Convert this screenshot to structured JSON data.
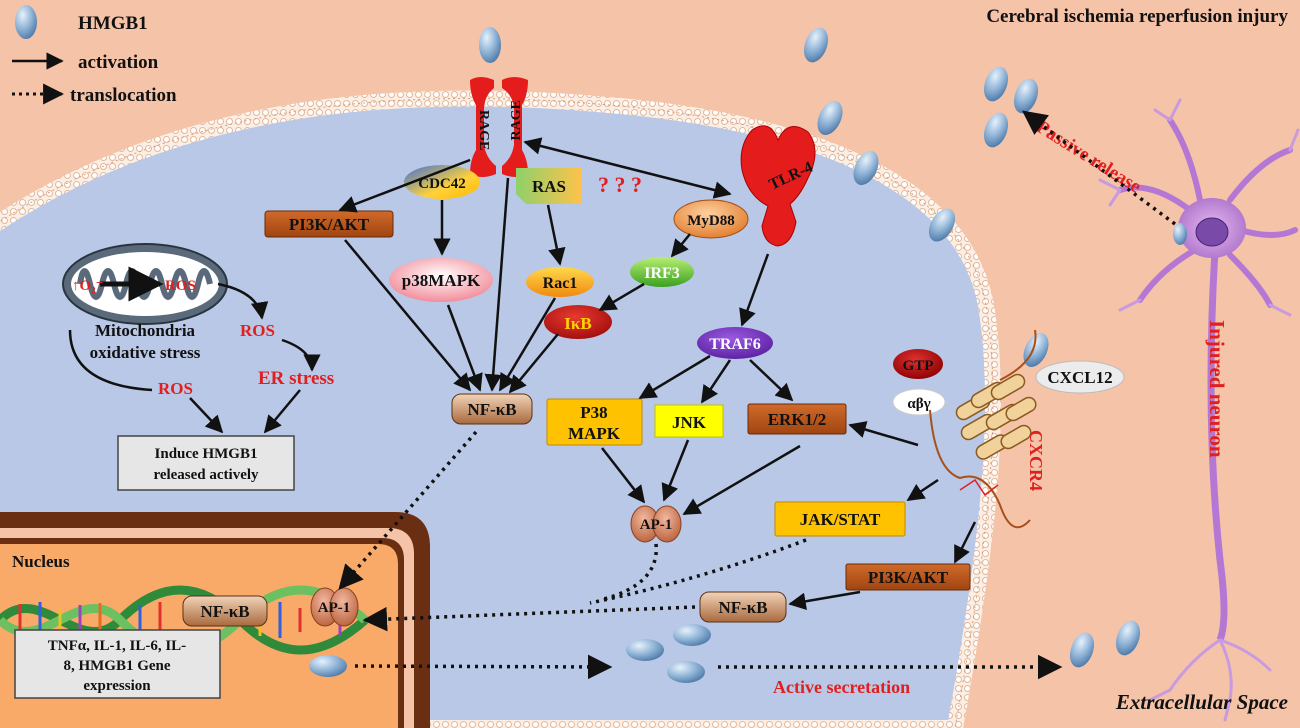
{
  "legend": {
    "hmgb1": "HMGB1",
    "activation": "activation",
    "translocation": "translocation"
  },
  "title": "Cerebral ischemia reperfusion injury",
  "extracellular_space": "Extracellular Space",
  "injured_neuron": "Injured neuron",
  "passive_release": "Passive release",
  "active_secretion": "Active secretation",
  "receptors": {
    "rage_left": "RAGE",
    "rage_right": "RAGE",
    "tlr4": "TLR-4",
    "cxcr4": "CXCR4",
    "cxcl12": "CXCL12",
    "question_marks": "? ? ?"
  },
  "nodes": {
    "cdc42": "CDC42",
    "ras": "RAS",
    "myd88": "MyD88",
    "pi3k_akt_top": "PI3K/AKT",
    "p38mapk_top": "p38MAPK",
    "rac1": "Rac1",
    "irf3": "IRF3",
    "ikb": "IκB",
    "traf6": "TRAF6",
    "nfkb_cyto": "NF-κB",
    "p38_mapk_line1": "P38",
    "p38_mapk_line2": "MAPK",
    "jnk": "JNK",
    "erk": "ERK1/2",
    "ap1_cyto": "AP-1",
    "jak_stat": "JAK/STAT",
    "pi3k_akt_bottom": "PI3K/AKT",
    "nfkb_bottom": "NF-κB",
    "gtp": "GTP",
    "abg": "αβγ"
  },
  "mitochondria": {
    "o2": "↑O₂⁻",
    "ros_inside": "ROS",
    "label_line1": "Mitochondria",
    "label_line2": "oxidative stress",
    "ros_right": "ROS",
    "ros_lower": "ROS",
    "er_stress": "ER stress",
    "induce_line1": "Induce HMGB1",
    "induce_line2": "released actively"
  },
  "nucleus": {
    "title": "Nucleus",
    "nfkb": "NF-κB",
    "ap1": "AP-1",
    "gene_line1": "TNFα, IL-1, IL-6, IL-",
    "gene_line2": "8, HMGB1 Gene",
    "gene_line3": "expression"
  },
  "colors": {
    "background": "#f5c3a8",
    "cell": "#b8c8e6",
    "nucleus": "#f9a968",
    "hmgb1": "#7aa0c8",
    "receptor": "#e51c1c",
    "brown_box": "#b8541a",
    "yellow_box": "#ffc200",
    "accent_red": "#e02020"
  }
}
